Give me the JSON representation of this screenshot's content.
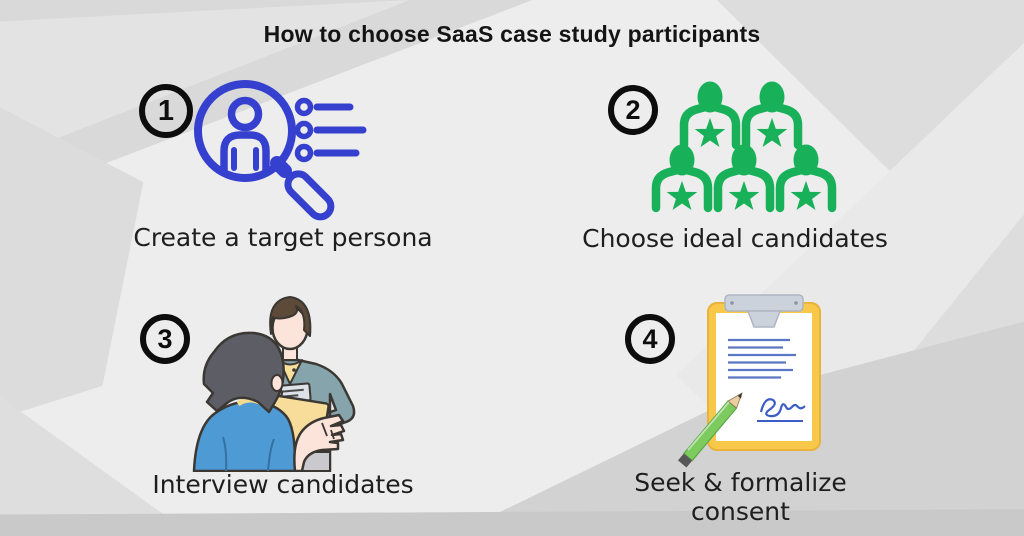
{
  "title": "How to choose SaaS case study participants",
  "steps": [
    {
      "number": "1",
      "label": "Create a target persona",
      "icon": "persona-search-icon"
    },
    {
      "number": "2",
      "label": "Choose ideal candidates",
      "icon": "candidates-group-icon"
    },
    {
      "number": "3",
      "label": "Interview candidates",
      "icon": "interview-illustration"
    },
    {
      "number": "4",
      "label": "Seek & formalize consent",
      "icon": "consent-clipboard-icon"
    }
  ],
  "colors": {
    "accent_blue": "#3640cf",
    "accent_green": "#18b159",
    "clipboard_yellow": "#f8c84b",
    "pencil_green": "#7dca5f",
    "signature_blue": "#3c5cc8",
    "badge_ring": "#0d0d0d",
    "text": "#1e1e1e"
  }
}
